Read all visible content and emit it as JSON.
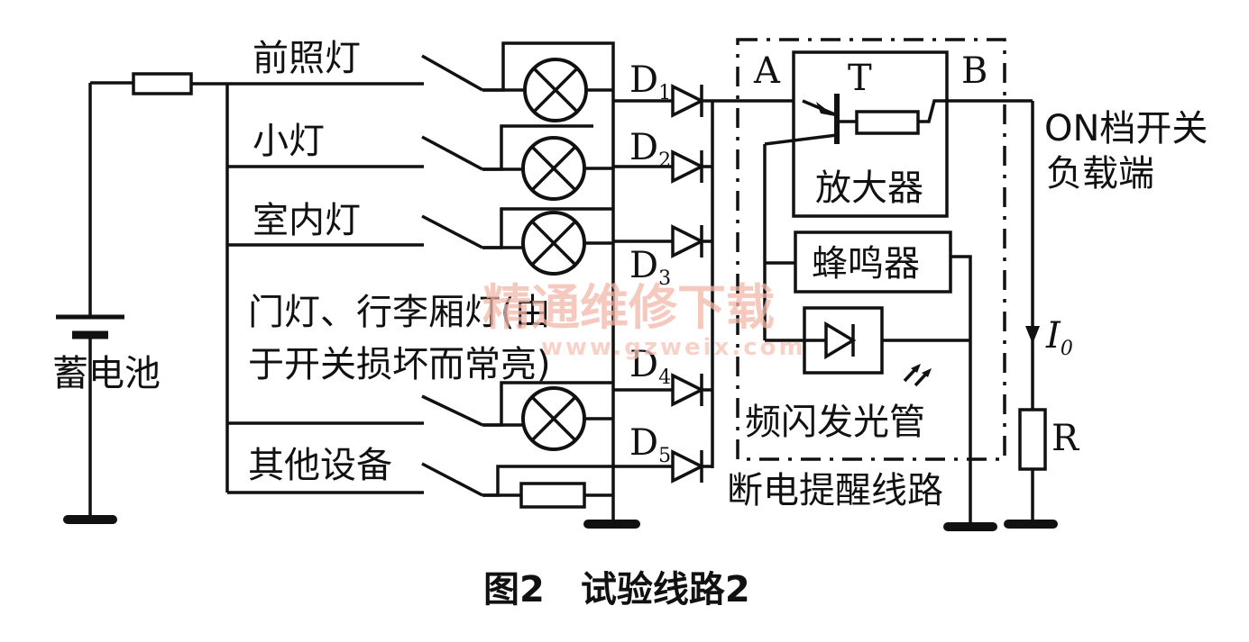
{
  "figure": {
    "caption": "图2　试验线路2",
    "battery_label": "蓄电池",
    "load_labels": {
      "headlight": "前照灯",
      "small_light": "小灯",
      "interior_light": "室内灯",
      "door_light_line1": "门灯、行李厢灯(由",
      "door_light_line2": "于开关损坏而常亮)",
      "other_equipment": "其他设备"
    },
    "diodes": [
      {
        "letter": "D",
        "index": "1"
      },
      {
        "letter": "D",
        "index": "2"
      },
      {
        "letter": "D",
        "index": "3"
      },
      {
        "letter": "D",
        "index": "4"
      },
      {
        "letter": "D",
        "index": "5"
      }
    ],
    "circuit": {
      "point_a": "A",
      "point_b": "B",
      "transistor": "T",
      "amplifier": "放大器",
      "buzzer": "蜂鸣器",
      "flash_led": "频闪发光管",
      "box_title": "断电提醒线路"
    },
    "on_switch_label_line1": "ON档开关",
    "on_switch_label_line2": "负载端",
    "current_label": {
      "letter": "I",
      "sub": "0"
    },
    "resistor_label": "R",
    "watermark": {
      "line1": "精通维修下载",
      "line2": "www.gzweix.com"
    }
  }
}
